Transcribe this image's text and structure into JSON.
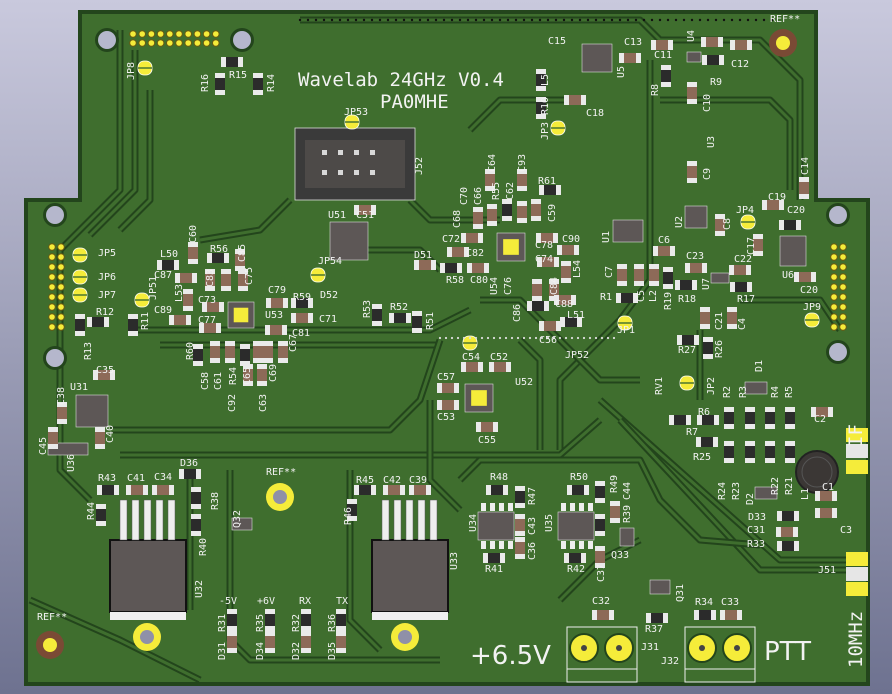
{
  "board": {
    "title": "Wavelab 24GHz  V0.4",
    "callsign": "PA0MHE",
    "power_label": "+6.5V",
    "ptt_label": "PTT",
    "if_label": "IF",
    "ref_label": "10MHz",
    "led_labels": [
      "-5V",
      "+6V",
      "RX",
      "TX"
    ],
    "colors": {
      "background_top": "#c9c9dd",
      "background_bottom": "#6e7290",
      "board": "#3f6e2e",
      "trace_gap": "#23451c",
      "pad": "#f5ec3a",
      "silkscreen": "#f2f2f2",
      "ic_body": "#5d5756"
    }
  },
  "silkscreen": {
    "refs": [
      "JP8",
      "R16",
      "R15",
      "R14",
      "JP53",
      "J52",
      "U51",
      "C51",
      "C15",
      "L5",
      "R10",
      "JP3",
      "C18",
      "U5",
      "C13",
      "C11",
      "U4",
      "C12",
      "R9",
      "R8",
      "C10",
      "U3",
      "C9",
      "C14",
      "C64",
      "C93",
      "R61",
      "C70",
      "C66",
      "R55",
      "C62",
      "C59",
      "C68",
      "C72",
      "C82",
      "C78",
      "C74",
      "C90",
      "L54",
      "R58",
      "C80",
      "U54",
      "C76",
      "C84",
      "C86",
      "C88",
      "L51",
      "C56",
      "JP52",
      "D51",
      "U1",
      "C6",
      "U2",
      "C8",
      "JP4",
      "C19",
      "C20",
      "C17",
      "C23",
      "C22",
      "U7",
      "U6",
      "C20",
      "C7",
      "C5",
      "L2",
      "R1",
      "R19",
      "R18",
      "R17",
      "JP1",
      "JP9",
      "C21",
      "C4",
      "R27",
      "R26",
      "D1",
      "RV1",
      "JP2",
      "R2",
      "R3",
      "R4",
      "R5",
      "C2",
      "R6",
      "R7",
      "R25",
      "R24",
      "R23",
      "D2",
      "R22",
      "R21",
      "L1",
      "C1",
      "C3",
      "D33",
      "C31",
      "R33",
      "J51",
      "JP5",
      "JP6",
      "JP7",
      "R12",
      "R13",
      "R11",
      "L50",
      "C60",
      "R56",
      "C85",
      "C83",
      "C75",
      "C87",
      "JP51",
      "L53",
      "C73",
      "C77",
      "C89",
      "C79",
      "R59",
      "D52",
      "C71",
      "U53",
      "C81",
      "R53",
      "R52",
      "R51",
      "R60",
      "C58",
      "C61",
      "R54",
      "C65",
      "C69",
      "C67",
      "C92",
      "C63",
      "JP54",
      "C54",
      "C52",
      "C57",
      "U52",
      "C53",
      "C55",
      "R48",
      "R47",
      "U34",
      "C43",
      "C36",
      "R41",
      "R50",
      "R49",
      "R39",
      "C44",
      "U35",
      "Q33",
      "R42",
      "C37",
      "Q31",
      "C32",
      "R37",
      "R34",
      "C33",
      "J31",
      "J32",
      "U33",
      "REF**",
      "REF**",
      "REF**",
      "R45",
      "C42",
      "C39",
      "R46",
      "R43",
      "C41",
      "C34",
      "D36",
      "R44",
      "R38",
      "Q32",
      "R40",
      "U32",
      "R31",
      "D31",
      "R35",
      "D34",
      "R32",
      "D32",
      "R36",
      "D35",
      "U31",
      "C35",
      "C38",
      "C40",
      "C45",
      "U36"
    ]
  }
}
